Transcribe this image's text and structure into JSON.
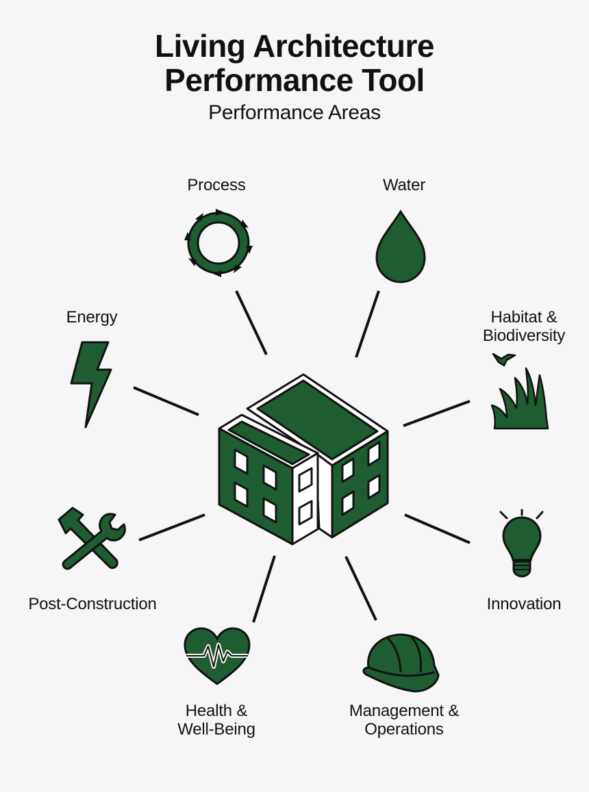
{
  "title_line1": "Living Architecture",
  "title_line2": "Performance Tool",
  "subtitle": "Performance Areas",
  "colors": {
    "green": "#1e5c32",
    "outline": "#111111",
    "background": "#f6f6f6"
  },
  "areas": [
    {
      "label_line1": "Process",
      "label_line2": "",
      "icon": "cycle-arrows-icon"
    },
    {
      "label_line1": "Water",
      "label_line2": "",
      "icon": "water-drop-icon"
    },
    {
      "label_line1": "Habitat &",
      "label_line2": "Biodiversity",
      "icon": "bird-grass-icon"
    },
    {
      "label_line1": "Innovation",
      "label_line2": "",
      "icon": "lightbulb-icon"
    },
    {
      "label_line1": "Management &",
      "label_line2": "Operations",
      "icon": "hard-hat-icon"
    },
    {
      "label_line1": "Health &",
      "label_line2": "Well-Being",
      "icon": "heart-pulse-icon"
    },
    {
      "label_line1": "Post-Construction",
      "label_line2": "",
      "icon": "hammer-wrench-icon"
    },
    {
      "label_line1": "Energy",
      "label_line2": "",
      "icon": "lightning-bolt-icon"
    }
  ],
  "center_icon": "building-icon"
}
